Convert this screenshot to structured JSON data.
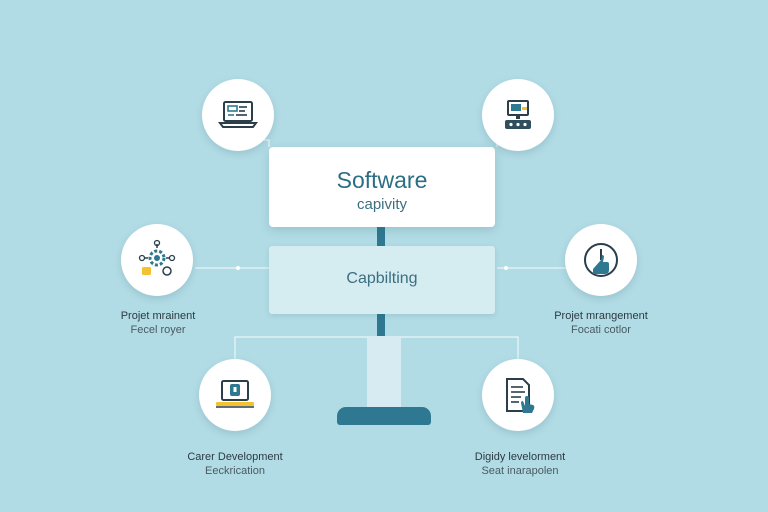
{
  "center": {
    "title": "Software",
    "subtitle": "capivity",
    "mid_label": "Capbilting"
  },
  "nodes": {
    "left_middle": {
      "label": "Projet mrainent",
      "sublabel": "Fecel royer",
      "icon": "gear-network-icon"
    },
    "right_middle": {
      "label": "Projet mrangement",
      "sublabel": "Focati cotlor",
      "icon": "clock-thumbs-up-icon"
    },
    "bottom_left": {
      "label": "Carer Development",
      "sublabel": "Eeckrication",
      "icon": "laptop-lock-icon"
    },
    "bottom_right": {
      "label": "Digidy levelorment",
      "sublabel": "Seat inarapolen",
      "icon": "document-hand-icon"
    },
    "top_left": {
      "icon": "laptop-code-icon"
    },
    "top_right": {
      "icon": "desktop-workstation-icon"
    }
  },
  "colors": {
    "background": "#b2dce5",
    "accent": "#2f7891",
    "highlight": "#f2c230"
  }
}
